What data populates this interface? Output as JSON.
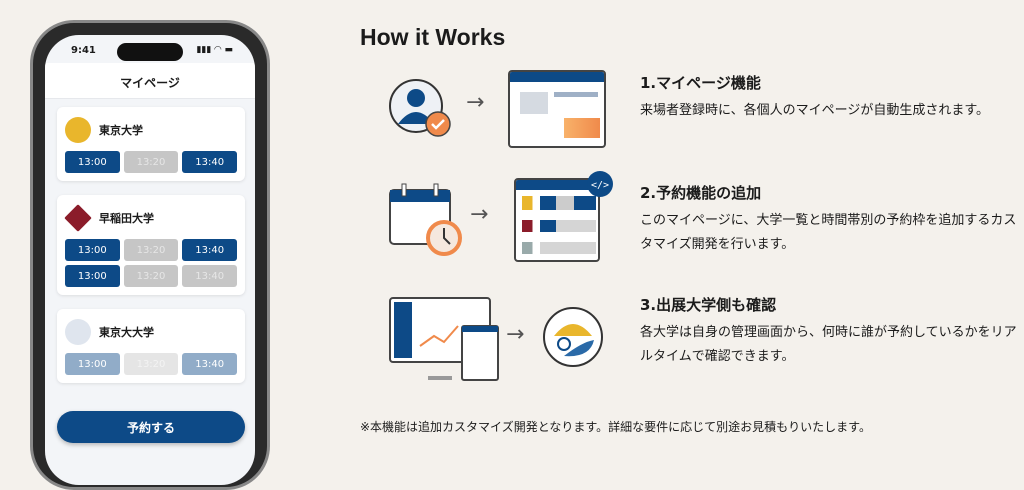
{
  "phone": {
    "time": "9:41",
    "status": "▮▮▮ ◠ ▬",
    "title": "マイページ",
    "universities": [
      {
        "name": "東京大学",
        "slots": [
          {
            "t": "13:00",
            "on": true
          },
          {
            "t": "13:20",
            "on": false
          },
          {
            "t": "13:40",
            "on": true
          }
        ]
      },
      {
        "name": "早稲田大学",
        "slots": [
          {
            "t": "13:00",
            "on": true
          },
          {
            "t": "13:20",
            "on": false
          },
          {
            "t": "13:40",
            "on": true
          },
          {
            "t": "13:00",
            "on": true
          },
          {
            "t": "13:20",
            "on": false
          },
          {
            "t": "13:40",
            "on": false
          }
        ]
      },
      {
        "name": "東京大大学",
        "slots": [
          {
            "t": "13:00",
            "on": true
          },
          {
            "t": "13:20",
            "on": false
          },
          {
            "t": "13:40",
            "on": true
          }
        ]
      }
    ],
    "book_button": "予約する"
  },
  "title": "How it Works",
  "steps": [
    {
      "heading": "1.マイページ機能",
      "body": "来場者登録時に、各個人のマイページが自動生成されます。"
    },
    {
      "heading": "2.予約機能の追加",
      "body": "このマイページに、大学一覧と時間帯別の予約枠を追加するカスタマイズ開発を行います。"
    },
    {
      "heading": "3.出展大学側も確認",
      "body": "各大学は自身の管理画面から、何時に誰が予約しているかをリアルタイムで確認できます。"
    }
  ],
  "footnote": "※本機能は追加カスタマイズ開発となります。詳細な要件に応じて別途お見積もりいたします。",
  "colors": {
    "primary": "#0d4a87",
    "accent": "#f08a4b",
    "bg": "#f4f1ec"
  }
}
